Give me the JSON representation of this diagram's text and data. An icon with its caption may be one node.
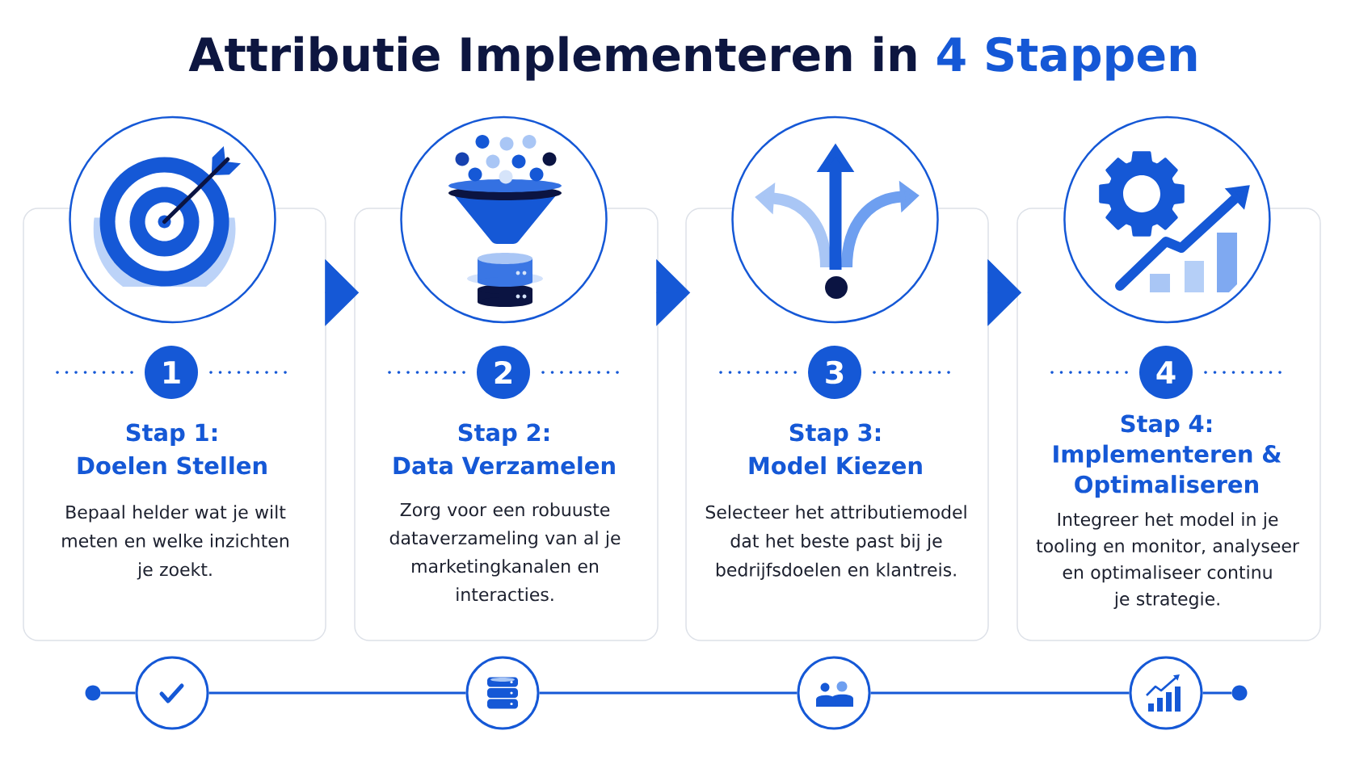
{
  "diagram": {
    "title": "Attributie Implementeren in 4 Stappen",
    "nodes": [
      {
        "text": [
          "Stap 1: Doelen Stellen",
          "Bepaal helder wat je wilt meten en welke inzichten je zoekt."
        ]
      },
      {
        "text": [
          "1"
        ],
        "in": 0
      },
      {
        "text": [
          "Stap 2: Data Verzamelen",
          "Zorg voor een robuuste dataverzameling van al je marketingkanalen en interacties."
        ]
      },
      {
        "text": [
          "2"
        ],
        "in": 2
      },
      {
        "text": [
          "Stap 3: Model Kiezen",
          "Selecteer het attributiemodel dat het beste past bij je bedrijfsdoelen en klantreis."
        ]
      },
      {
        "text": [
          "3"
        ],
        "in": 4
      },
      {
        "text": [
          "Stap 4: Implementeren & Optimaliseren",
          "Integreer het model in je tooling en monitor, analyseer en optimaliseer continu je strategie."
        ]
      },
      {
        "text": [
          "4"
        ],
        "in": 6
      },
      {
        "text": [],
        "shape": "circle"
      },
      {
        "text": [],
        "shape": "circle"
      },
      {
        "text": [],
        "shape": "circle"
      },
      {
        "text": [],
        "shape": "circle"
      },
      {
        "text": [],
        "shape": "circle"
      },
      {
        "text": [],
        "shape": "circle"
      }
    ],
    "edges": [
      {
        "from": 0,
        "to": 2,
        "arrow": "to"
      },
      {
        "from": 2,
        "to": 4,
        "arrow": "to"
      },
      {
        "from": 4,
        "to": 6,
        "arrow": "to"
      },
      {
        "from": 8,
        "to": 9,
        "arrow": "none"
      },
      {
        "from": 9,
        "to": 10,
        "arrow": "none"
      },
      {
        "from": 10,
        "to": 11,
        "arrow": "none"
      },
      {
        "from": 11,
        "to": 12,
        "arrow": "none"
      },
      {
        "from": 12,
        "to": 13,
        "arrow": "none"
      }
    ]
  }
}
